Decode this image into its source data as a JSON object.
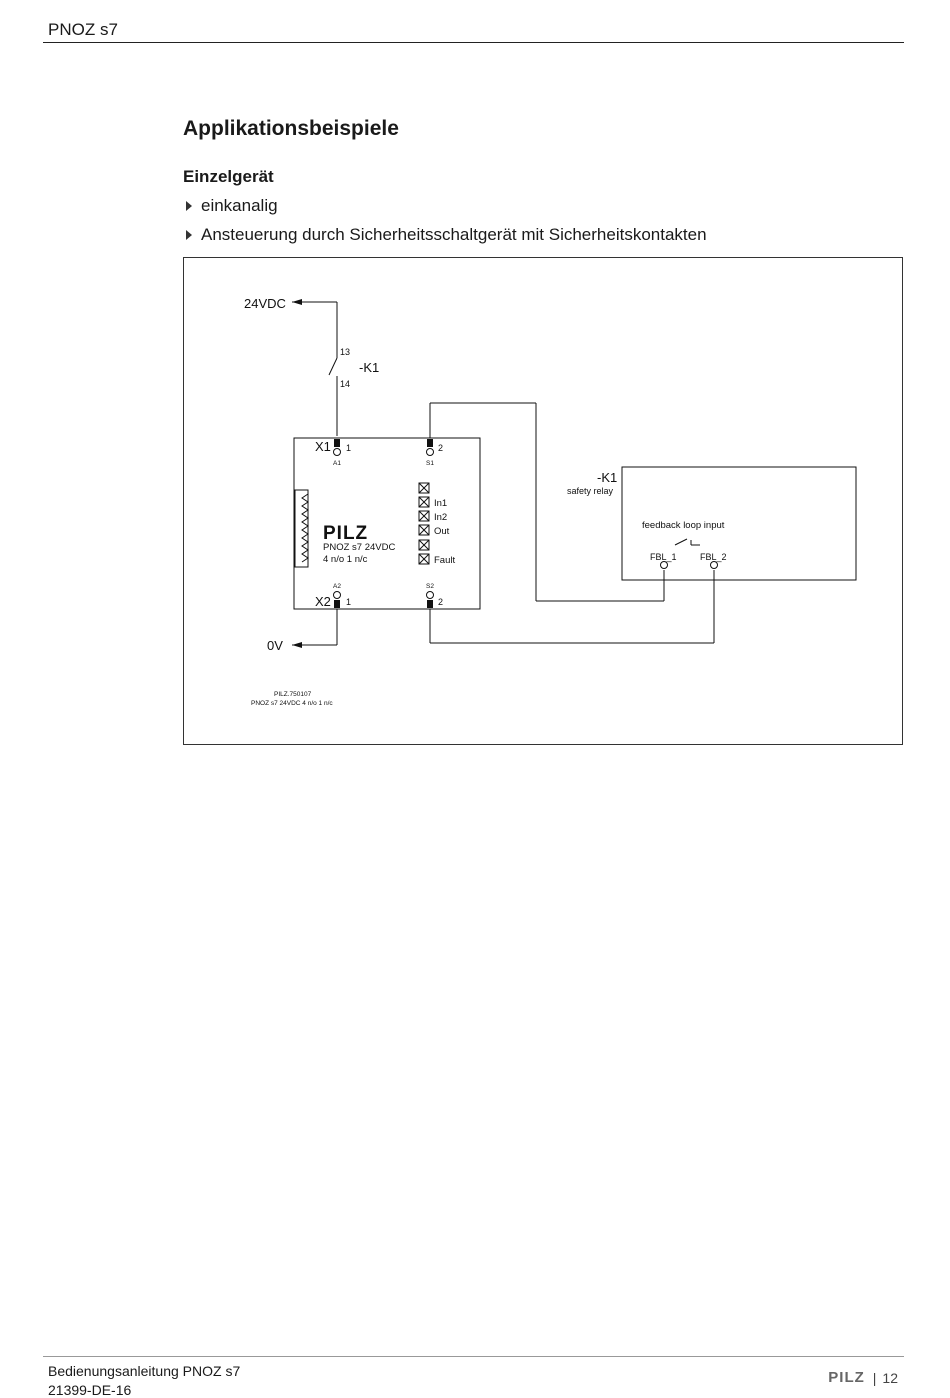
{
  "header": {
    "title": "PNOZ s7"
  },
  "section": {
    "title": "Applikationsbeispiele"
  },
  "subsection": {
    "title": "Einzelgerät"
  },
  "bullets": [
    "einkanalig",
    "Ansteuerung durch Sicherheitsschaltgerät mit Sicherheitskontakten"
  ],
  "diagram": {
    "supply_label": "24VDC",
    "ground_label": "0V",
    "contact_top": "13",
    "contact_bottom": "14",
    "contact_ref": "-K1",
    "device": {
      "logo": "PILZ",
      "name": "PNOZ s7 24VDC",
      "contacts": "4 n/o 1 n/c",
      "connector_top": "X1",
      "connector_bottom": "X2",
      "term_a1": "A1",
      "term_s1": "S1",
      "term_a2": "A2",
      "term_s2": "S2",
      "pin_1": "1",
      "pin_2": "2",
      "leds": [
        "",
        "In1",
        "In2",
        "Out",
        "",
        "Fault"
      ]
    },
    "relay": {
      "ref": "-K1",
      "name": "safety relay",
      "feedback_label": "feedback loop input",
      "fbl1": "FBL_1",
      "fbl2": "FBL_2"
    },
    "caption_line1": "PILZ.750107",
    "caption_line2": "PNOZ s7 24VDC 4 n/o 1 n/c"
  },
  "footer": {
    "doc_title": "Bedienungsanleitung PNOZ s7",
    "doc_number": "21399-DE-16",
    "logo": "PILZ",
    "separator": "|",
    "page_number": "12"
  }
}
